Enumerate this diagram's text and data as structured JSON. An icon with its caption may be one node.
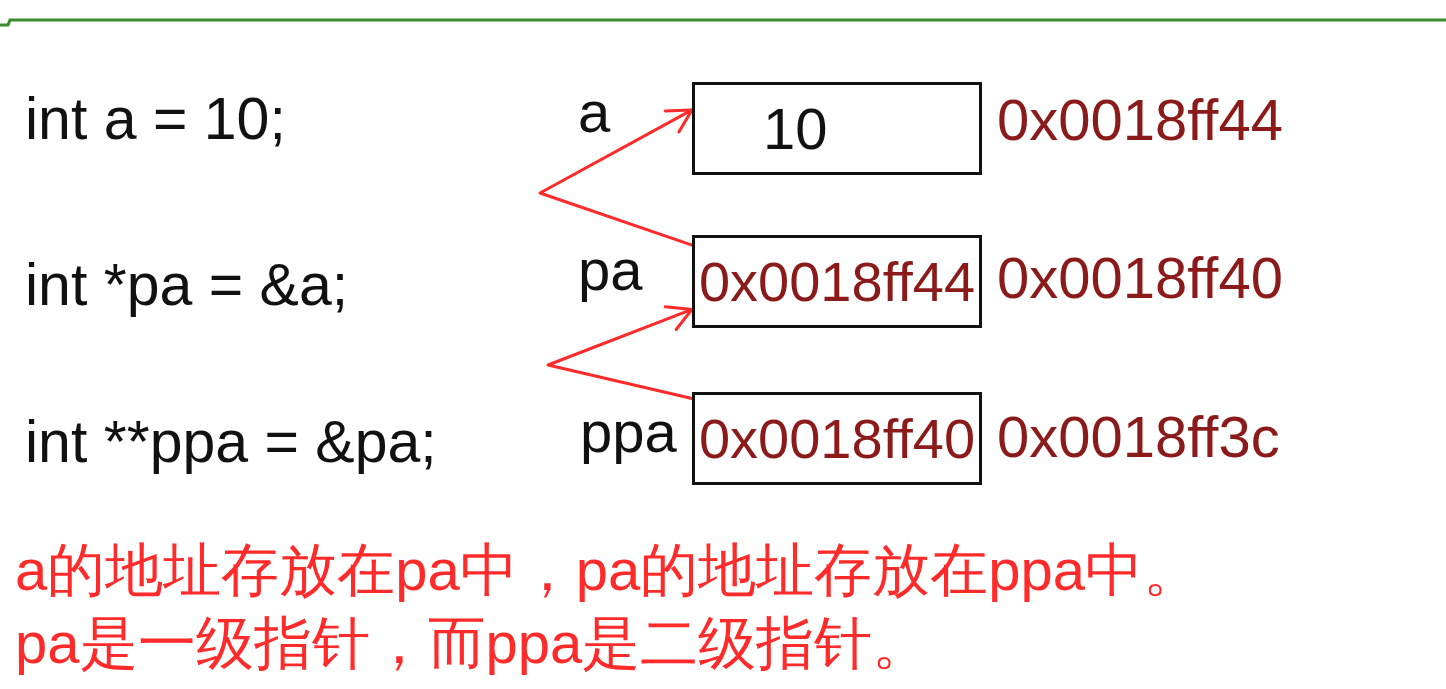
{
  "diagram": {
    "nodes": [
      {
        "text": [
          "10"
        ],
        "beside": [
          "a",
          "0x0018ff44"
        ]
      },
      {
        "text": [
          "0x0018ff44"
        ],
        "beside": [
          "pa",
          "0x0018ff40"
        ]
      },
      {
        "text": [
          "0x0018ff40"
        ],
        "beside": [
          "ppa",
          "0x0018ff3c"
        ]
      }
    ],
    "edges": [
      {
        "from": 1,
        "to": 0,
        "arrow": "to"
      },
      {
        "from": 2,
        "to": 1,
        "arrow": "to"
      }
    ],
    "labels": [
      "int a = 10;",
      "int *pa = &a;",
      "int **ppa = &pa;",
      "a的地址存放在pa中，pa的地址存放在ppa中。",
      "pa是一级指针，而ppa是二级指针。"
    ]
  }
}
